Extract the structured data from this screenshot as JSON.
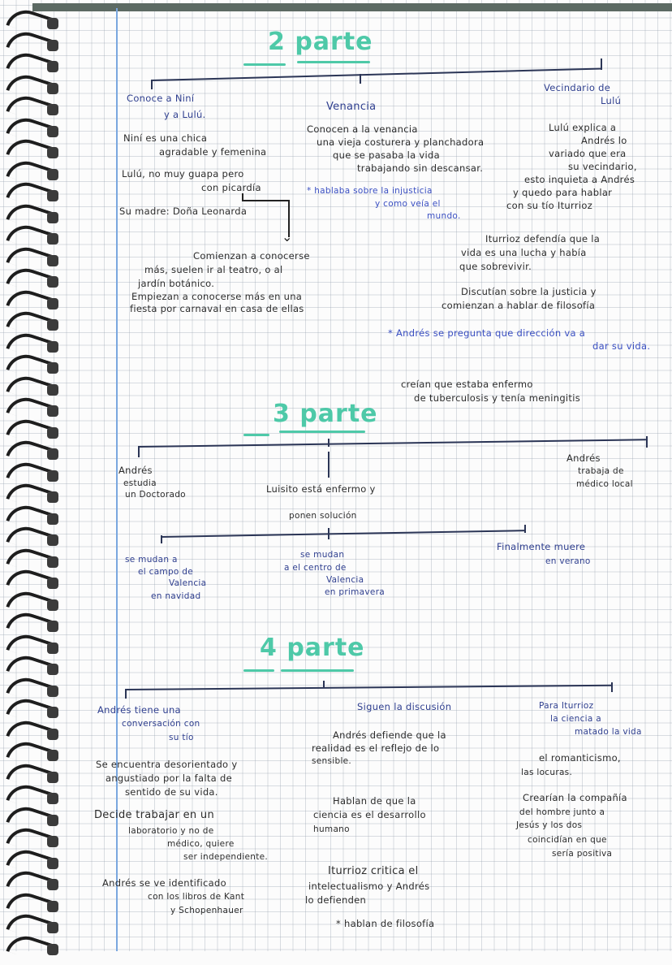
{
  "page": {
    "type": "spiral-notebook-grid-page",
    "colors": {
      "heading_teal": "#4ec9a8",
      "ink_blue": "#2f3f8f",
      "ink_black": "#2c2c2c",
      "ink_bright_blue": "#3a4fc2",
      "margin_line": "#7aa7df",
      "grid": "#c8ccd4"
    }
  },
  "part2": {
    "heading": "2 parte",
    "branches": [
      {
        "title": [
          "Conoce a Niní",
          "y a Lulú."
        ],
        "notes": [
          [
            "Niní es una chica",
            "agradable y femenina"
          ],
          [
            "Lulú, no muy guapa pero",
            "con picardía"
          ],
          [
            "Su madre: Doña Leonarda"
          ]
        ],
        "arrow_note": [
          "Comienzan a conocerse",
          "más, suelen ir al teatro, o al",
          "jardín botánico.",
          "Empiezan a conocerse más en una",
          "fiesta por carnaval en casa de ellas"
        ]
      },
      {
        "title": [
          "Venancia"
        ],
        "notes": [
          [
            "Conocen a la venancia",
            "una vieja costurera y planchadora",
            "que se pasaba la vida",
            "trabajando sin descansar."
          ]
        ],
        "starred": [
          "* hablaba sobre la injusticia",
          "y como veía el",
          "mundo."
        ]
      },
      {
        "title": [
          "Vecindario de",
          "Lulú"
        ],
        "notes": [
          [
            "Lulú explica a",
            "Andrés lo",
            "variado que era",
            "su vecindario,",
            "esto inquieta a Andrés",
            "y quedo para hablar",
            "con su tío Iturrioz"
          ],
          [
            "Iturrioz defendía que la",
            "vida es una lucha y había",
            "que sobrevivir."
          ],
          [
            "Discutían sobre la justicia y",
            "comienzan a hablar de filosofía"
          ]
        ],
        "starred": [
          "* Andrés se pregunta que dirección va a",
          "dar su vida."
        ]
      }
    ],
    "extra_note": [
      "creían que estaba enfermo",
      "de tuberculosis y tenía meningitis"
    ]
  },
  "part3": {
    "heading": "3 parte",
    "branches": [
      {
        "text": [
          "Andrés",
          "estudia",
          "un Doctorado"
        ]
      },
      {
        "text": [
          "Luisito está enfermo y",
          "ponen solución"
        ]
      },
      {
        "text": [
          "Andrés",
          "trabaja de",
          "médico local"
        ]
      }
    ],
    "sub_branches": [
      {
        "text": [
          "se mudan a",
          "el campo de",
          "Valencia",
          "en navidad"
        ]
      },
      {
        "text": [
          "se mudan",
          "a el centro de",
          "Valencia",
          "en primavera"
        ]
      },
      {
        "text": [
          "Finalmente muere",
          "en verano"
        ]
      }
    ]
  },
  "part4": {
    "heading": "4 parte",
    "branches": [
      {
        "title": [
          "Andrés tiene una",
          "conversación con",
          "su tío"
        ],
        "notes": [
          [
            "Se encuentra desorientado y",
            "angustiado por la falta de",
            "sentido de su vida."
          ],
          [
            "Decide trabajar en un",
            "laboratorio y no de",
            "médico, quiere",
            "ser independiente."
          ],
          [
            "Andrés se ve identificado",
            "con los libros de Kant",
            "y Schopenhauer"
          ]
        ]
      },
      {
        "title": [
          "Siguen la discusión"
        ],
        "notes": [
          [
            "Andrés defiende que la",
            "realidad es el reflejo de lo",
            "sensible."
          ],
          [
            "Hablan de que la",
            "ciencia es el desarrollo",
            "humano"
          ],
          [
            "Iturrioz critica el",
            "intelectualismo y Andrés",
            "lo defienden"
          ]
        ],
        "starred": [
          "* hablan de filosofía"
        ]
      },
      {
        "title": [
          "Para Iturrioz",
          "la ciencia a",
          "matado la vida"
        ],
        "notes": [
          [
            "el romanticismo,",
            "las locuras."
          ],
          [
            "Crearían la compañía",
            "del hombre junto a",
            "Jesús y los dos",
            "coincidían en que",
            "sería positiva"
          ]
        ]
      }
    ]
  }
}
